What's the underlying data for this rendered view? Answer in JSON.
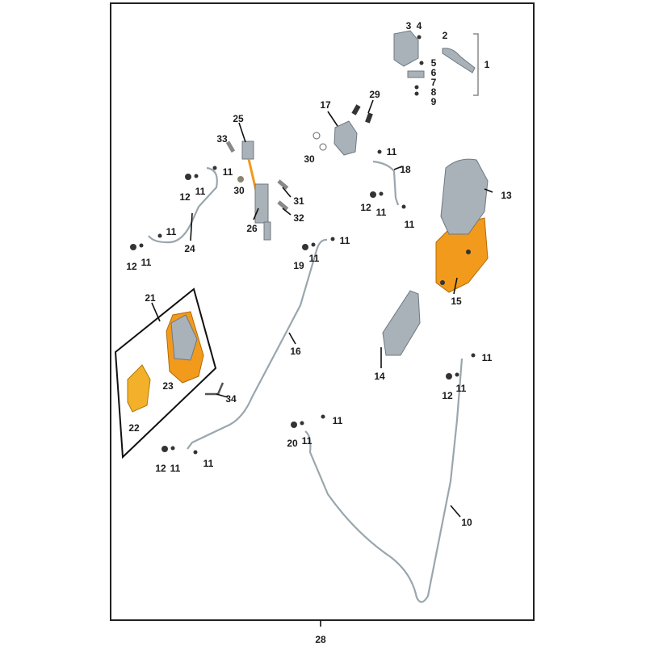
{
  "diagram": {
    "title": "Brake system parts diagram",
    "frame_label": "28",
    "callouts": {
      "c1": "1",
      "c2": "2",
      "c3": "3",
      "c4": "4",
      "c5": "5",
      "c6": "6",
      "c7": "7",
      "c8": "8",
      "c9": "9",
      "c10": "10",
      "c13": "13",
      "c14": "14",
      "c15": "15",
      "c16": "16",
      "c17": "17",
      "c18": "18",
      "c19": "19",
      "c20": "20",
      "c21": "21",
      "c22": "22",
      "c23": "23",
      "c24": "24",
      "c25": "25",
      "c26": "26",
      "c29": "29",
      "c30a": "30",
      "c30b": "30",
      "c31": "31",
      "c32": "32",
      "c33": "33",
      "c34": "34",
      "n11": "11",
      "n12": "12"
    }
  },
  "colors": {
    "accent": "#f29a1c",
    "part": "#a9b2b8",
    "frame": "#222222"
  }
}
